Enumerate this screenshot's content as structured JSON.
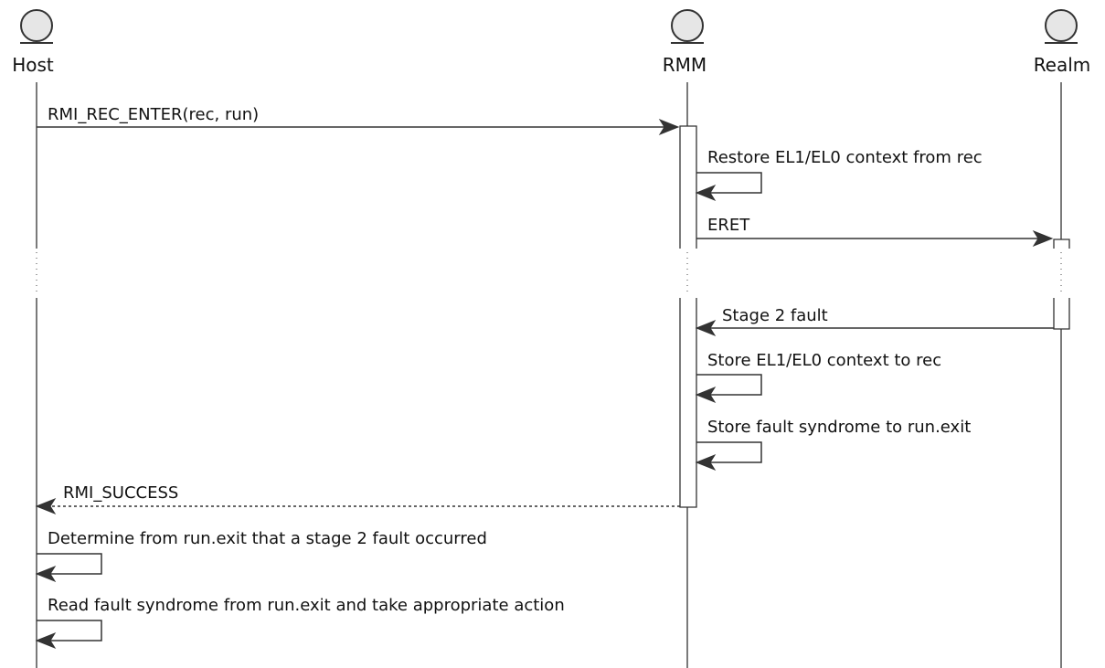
{
  "participants": [
    {
      "id": "host",
      "label": "Host"
    },
    {
      "id": "rmm",
      "label": "RMM"
    },
    {
      "id": "realm",
      "label": "Realm"
    }
  ],
  "messages": [
    {
      "id": "m1",
      "from": "host",
      "to": "rmm",
      "label": "RMI_REC_ENTER(rec, run)",
      "style": "solid"
    },
    {
      "id": "m2",
      "from": "rmm",
      "to": "rmm",
      "label": "Restore EL1/EL0 context from rec",
      "style": "self"
    },
    {
      "id": "m3",
      "from": "rmm",
      "to": "realm",
      "label": "ERET",
      "style": "solid"
    },
    {
      "id": "m4",
      "from": "realm",
      "to": "rmm",
      "label": "Stage 2 fault",
      "style": "solid"
    },
    {
      "id": "m5",
      "from": "rmm",
      "to": "rmm",
      "label": "Store EL1/EL0 context to rec",
      "style": "self"
    },
    {
      "id": "m6",
      "from": "rmm",
      "to": "rmm",
      "label": "Store fault syndrome to run.exit",
      "style": "self"
    },
    {
      "id": "m7",
      "from": "rmm",
      "to": "host",
      "label": "RMI_SUCCESS",
      "style": "dashed"
    },
    {
      "id": "m8",
      "from": "host",
      "to": "host",
      "label": "Determine from run.exit that a stage 2 fault occurred",
      "style": "self"
    },
    {
      "id": "m9",
      "from": "host",
      "to": "host",
      "label": "Read fault syndrome from run.exit and take appropriate action",
      "style": "self"
    }
  ],
  "colors": {
    "line": "#333333",
    "actor_fill": "#e6e6e6",
    "background": "#ffffff",
    "text": "#111111"
  }
}
